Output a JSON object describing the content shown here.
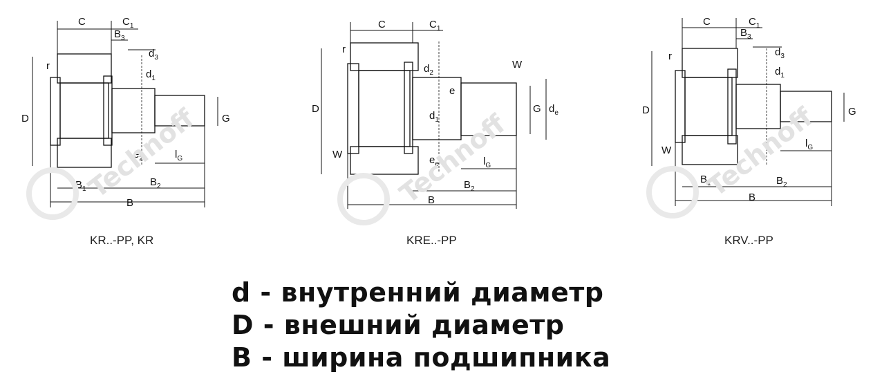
{
  "drawings": [
    {
      "caption": "KR..-PP, KR",
      "labels": {
        "C": "C",
        "C1": "C",
        "B3": "B",
        "d3": "d",
        "r": "r",
        "d1": "d",
        "D": "D",
        "G": "G",
        "lG": "l",
        "B1": "B",
        "B2": "B",
        "B": "B",
        "e2": "e"
      }
    },
    {
      "caption": "KRE..-PP",
      "labels": {
        "C": "C",
        "C1": "C",
        "r": "r",
        "d2": "d",
        "W": "W",
        "e": "e",
        "D": "D",
        "d1": "d",
        "G": "G",
        "de": "d",
        "lG": "l",
        "B2": "B",
        "B": "B",
        "W2": "W",
        "e2": "e"
      }
    },
    {
      "caption": "KRV..-PP",
      "labels": {
        "C": "C",
        "C1": "C",
        "B3": "B",
        "d3": "d",
        "r": "r",
        "d1": "d",
        "D": "D",
        "G": "G",
        "lG": "l",
        "B1": "B",
        "B2": "B",
        "B": "B",
        "W": "W"
      }
    }
  ],
  "legend": [
    "d - внутренний диаметр",
    "D - внешний диаметр",
    "B - ширина подшипника"
  ],
  "watermark": "Technoff"
}
